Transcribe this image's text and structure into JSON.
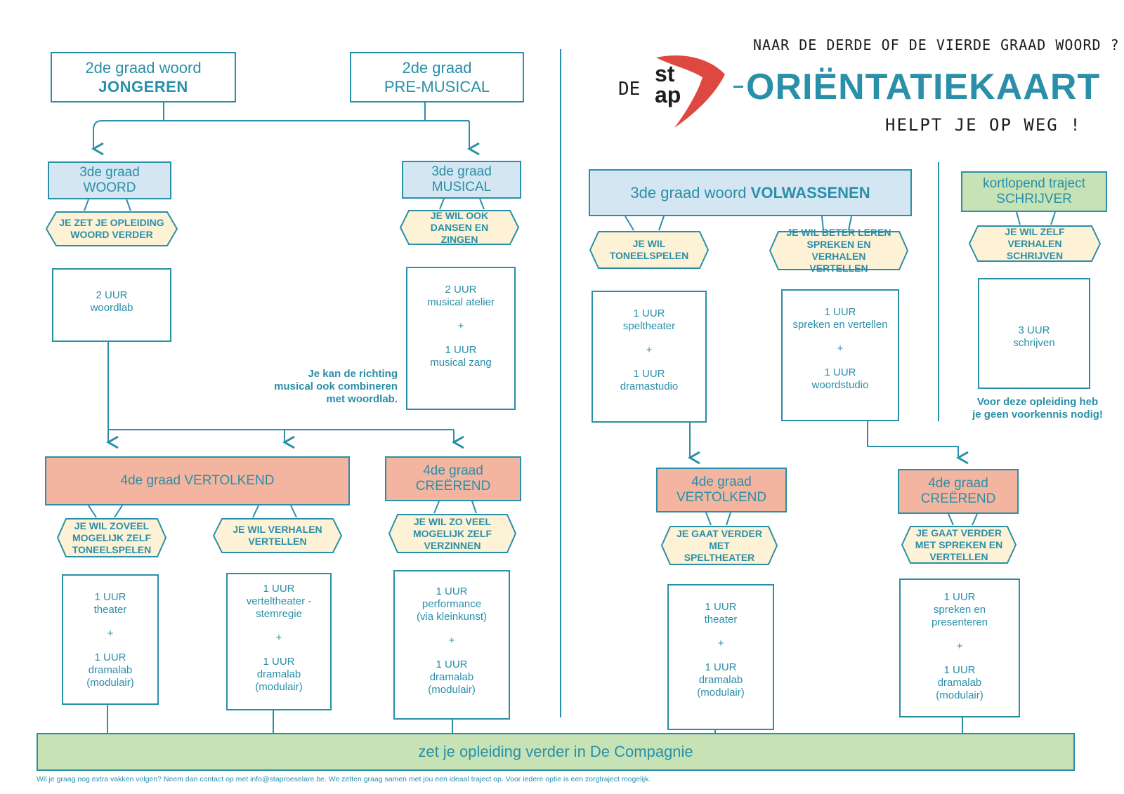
{
  "header": {
    "question": "NAAR DE DERDE OF DE VIERDE GRAAD WOORD ?",
    "logo_prefix": "DE",
    "logo_text_top": "st",
    "logo_text_bottom": "ap",
    "title": "ORIËNTATIEKAART",
    "subtitle": "HELPT JE OP WEG !"
  },
  "left": {
    "top_jongeren": {
      "line1": "2de graad woord",
      "line2": "JONGEREN"
    },
    "top_premusical": {
      "line1": "2de graad",
      "line2": "PRE-MUSICAL"
    },
    "woord": {
      "line1": "3de graad",
      "line2": "WOORD",
      "motivation": "JE ZET JE OPLEIDING WOORD VERDER",
      "c1_hours": "2 UUR",
      "c1_name": "woordlab"
    },
    "musical": {
      "line1": "3de graad",
      "line2": "MUSICAL",
      "motivation": "JE WIL OOK DANSEN EN ZINGEN",
      "c1_hours": "2 UUR",
      "c1_name": "musical atelier",
      "plus": "+",
      "c2_hours": "1 UUR",
      "c2_name": "musical zang"
    },
    "combine_note": [
      "Je kan de richting",
      "musical ook combineren",
      "met woordlab."
    ],
    "vertolkend": {
      "label": "4de graad VERTOLKEND",
      "opt1": {
        "motivation": "JE WIL ZOVEEL MOGELIJK ZELF TONEELSPELEN",
        "c1_hours": "1 UUR",
        "c1_name": "theater",
        "plus": "+",
        "c2_hours": "1 UUR",
        "c2_name": "dramalab",
        "c2_extra": "(modulair)"
      },
      "opt2": {
        "motivation": "JE WIL VERHALEN VERTELLEN",
        "c1_hours": "1 UUR",
        "c1_name": "verteltheater -",
        "c1_extra": "stemregie",
        "plus": "+",
        "c2_hours": "1 UUR",
        "c2_name": "dramalab",
        "c2_extra": "(modulair)"
      }
    },
    "creerend": {
      "line1": "4de graad",
      "line2": "CREËREND",
      "motivation": "JE WIL ZO VEEL MOGELIJK ZELF VERZINNEN",
      "c1_hours": "1 UUR",
      "c1_name": "performance",
      "c1_extra": "(via kleinkunst)",
      "plus": "+",
      "c2_hours": "1 UUR",
      "c2_name": "dramalab",
      "c2_extra": "(modulair)"
    }
  },
  "right": {
    "volwassenen": {
      "prefix": "3de graad woord ",
      "bold": "VOLWASSENEN"
    },
    "opt_toneel": {
      "motivation": "JE WIL TONEELSPELEN",
      "c1_hours": "1 UUR",
      "c1_name": "speltheater",
      "plus": "+",
      "c2_hours": "1 UUR",
      "c2_name": "dramastudio"
    },
    "opt_spreken": {
      "motivation": "JE WIL BETER LEREN SPREKEN EN VERHALEN VERTELLEN",
      "c1_hours": "1 UUR",
      "c1_name": "spreken en vertellen",
      "plus": "+",
      "c2_hours": "1 UUR",
      "c2_name": "woordstudio"
    },
    "schrijver": {
      "line1": "kortlopend traject",
      "line2": "SCHRIJVER",
      "motivation": "JE WIL ZELF VERHALEN SCHRIJVEN",
      "c1_hours": "3 UUR",
      "c1_name": "schrijven",
      "note": [
        "Voor deze opleiding heb",
        "je geen voorkennis nodig!"
      ]
    },
    "vertolkend": {
      "line1": "4de graad",
      "line2": "VERTOLKEND",
      "motivation": "JE GAAT VERDER MET SPELTHEATER",
      "c1_hours": "1 UUR",
      "c1_name": "theater",
      "plus": "+",
      "c2_hours": "1 UUR",
      "c2_name": "dramalab",
      "c2_extra": "(modulair)"
    },
    "creerend": {
      "line1": "4de graad",
      "line2": "CREËREND",
      "motivation": "JE GAAT VERDER MET SPREKEN EN VERTELLEN",
      "c1_hours": "1 UUR",
      "c1_name": "spreken en",
      "c1_extra": "presenteren",
      "plus": "+",
      "c2_hours": "1 UUR",
      "c2_name": "dramalab",
      "c2_extra": "(modulair)"
    }
  },
  "bottom": {
    "compagnie": "zet je opleiding verder in De Compagnie",
    "footnote": "Wil je graag nog extra vakken volgen? Neem dan contact op met info@staproeselare.be. We zetten graag samen met jou een ideaal traject op. Voor iedere optie is een zorgtraject mogelijk."
  },
  "colors": {
    "teal": "#2a8fa8",
    "blue_fill": "#d3e6f2",
    "red_fill": "#f3b5a0",
    "green_fill": "#c7e3b5",
    "logo_red": "#d9342b"
  }
}
